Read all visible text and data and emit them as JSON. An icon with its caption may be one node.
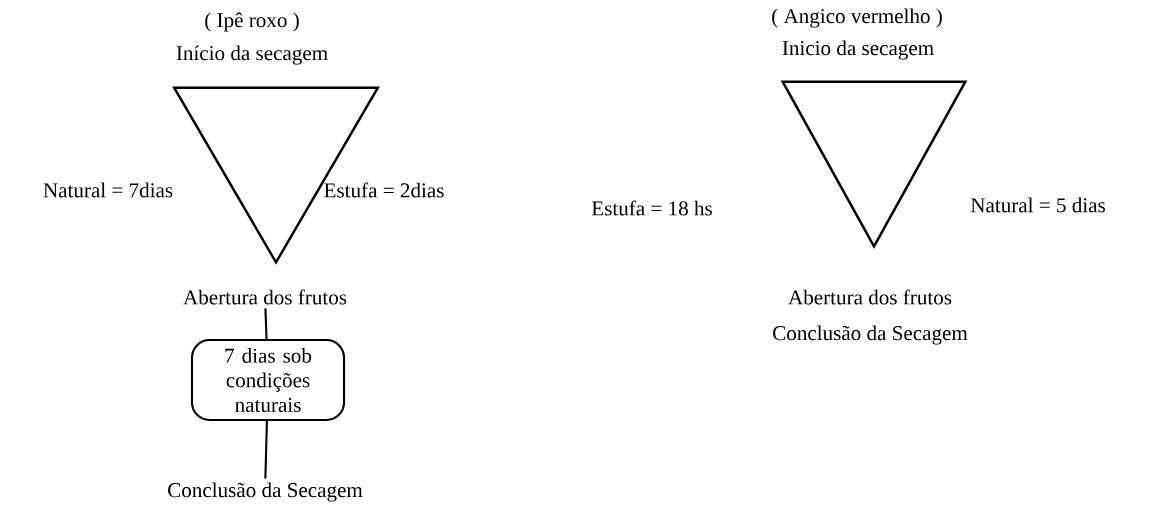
{
  "diagram": {
    "nodes": [
      {
        "text": [],
        "shape": "triangle",
        "beside": [
          "Natural = 7dias",
          "Estufa = 2dias"
        ]
      },
      {
        "text": [
          "Abertura dos frutos"
        ]
      },
      {
        "text": [
          "7 dias sob condições naturais"
        ]
      },
      {
        "text": [
          "Conclusão da Secagem"
        ]
      },
      {
        "text": [],
        "shape": "triangle",
        "beside": [
          "Estufa = 18 hs",
          "Natural = 5 dias"
        ]
      }
    ],
    "edges": [
      {
        "from": 1,
        "to": 2,
        "arrow": "none"
      },
      {
        "from": 2,
        "to": 3,
        "arrow": "none"
      }
    ],
    "labels": [
      "( Ipê roxo )",
      "( Angico vermelho )",
      "Início da secagem",
      "Inicio da secagem",
      "Abertura dos frutos",
      "Conclusão da Secagem"
    ]
  }
}
